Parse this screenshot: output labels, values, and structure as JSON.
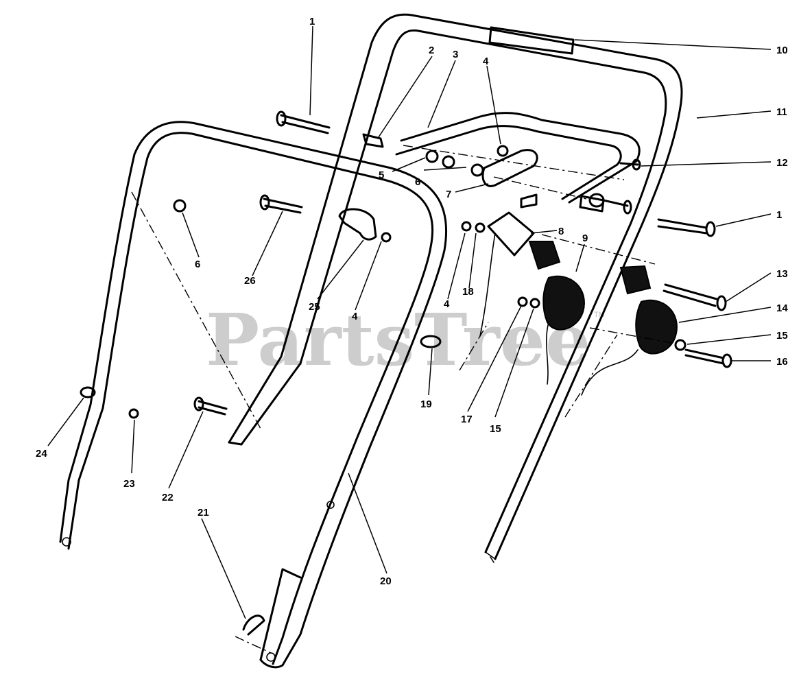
{
  "watermark": {
    "text": "PartsTree",
    "trademark": "TM"
  },
  "callouts": [
    "1",
    "2",
    "3",
    "4",
    "10",
    "11",
    "12",
    "5",
    "6",
    "7",
    "1",
    "8",
    "9",
    "13",
    "6",
    "26",
    "25",
    "4",
    "4",
    "18",
    "14",
    "15",
    "16",
    "19",
    "17",
    "15",
    "24",
    "23",
    "22",
    "21",
    "20"
  ]
}
